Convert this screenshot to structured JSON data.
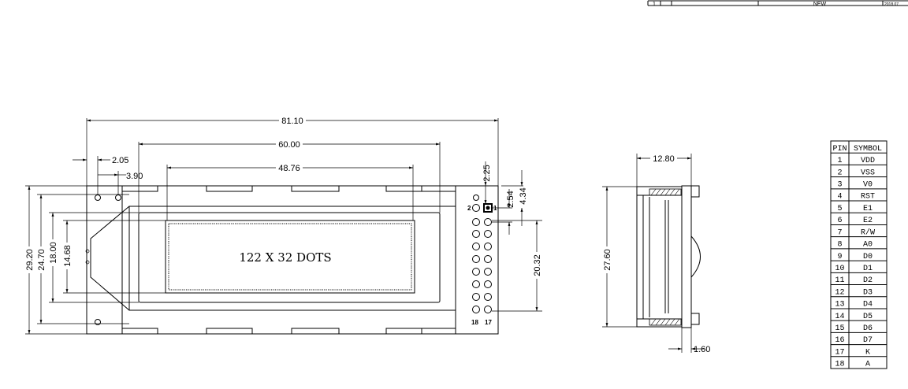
{
  "title_block": {
    "rev": "1",
    "desc": "NEW",
    "date": "2018.07."
  },
  "front_view": {
    "overall_width": "81.10",
    "view_area_width": "60.00",
    "active_area_width": "48.76",
    "mount_hole_x1": "2.05",
    "mount_hole_x2": "3.90",
    "pin_offset": "2.25",
    "pin_pitch": "2.54",
    "pin_top": "4.34",
    "overall_height": "29.20",
    "pcb_height": "24.70",
    "view_area_height": "18.00",
    "active_area_height": "14.68",
    "pin_span": "20.32",
    "display_label": "122 X 32 DOTS",
    "pin_labels": {
      "p2": "2",
      "p1": "1",
      "p18": "18",
      "p17": "17"
    }
  },
  "side_view": {
    "depth": "12.80",
    "height": "27.60",
    "pcb_thickness": "1.60"
  },
  "pin_table": {
    "headers": [
      "PIN",
      "SYMBOL"
    ],
    "rows": [
      [
        "1",
        "VDD"
      ],
      [
        "2",
        "VSS"
      ],
      [
        "3",
        "V0"
      ],
      [
        "4",
        "RST"
      ],
      [
        "5",
        "E1"
      ],
      [
        "6",
        "E2"
      ],
      [
        "7",
        "R/W"
      ],
      [
        "8",
        "A0"
      ],
      [
        "9",
        "D0"
      ],
      [
        "10",
        "D1"
      ],
      [
        "11",
        "D2"
      ],
      [
        "12",
        "D3"
      ],
      [
        "13",
        "D4"
      ],
      [
        "14",
        "D5"
      ],
      [
        "15",
        "D6"
      ],
      [
        "16",
        "D7"
      ],
      [
        "17",
        "K"
      ],
      [
        "18",
        "A"
      ]
    ]
  }
}
